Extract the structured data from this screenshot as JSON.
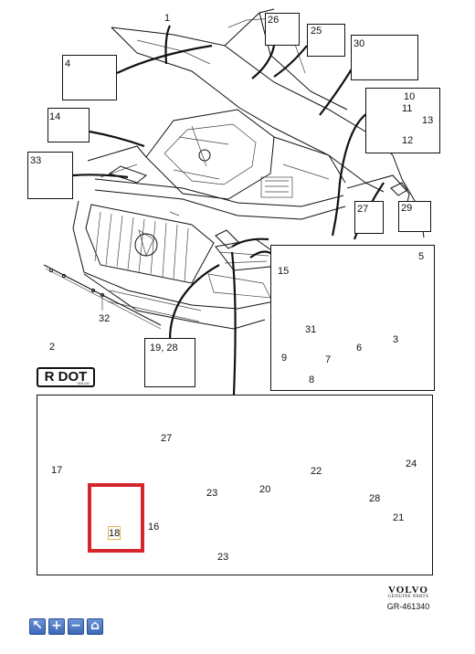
{
  "diagram": {
    "callouts": {
      "c1": "1",
      "c2": "2",
      "c3": "3",
      "c4": "4",
      "c5": "5",
      "c6": "6",
      "c7": "7",
      "c8": "8",
      "c9": "9",
      "c10": "10",
      "c11": "11",
      "c12": "12",
      "c13": "13",
      "c14": "14",
      "c15": "15",
      "c16": "16",
      "c17": "17",
      "c18": "18",
      "c19_28": "19, 28",
      "c20": "20",
      "c21": "21",
      "c22": "22",
      "c23a": "23",
      "c23b": "23",
      "c24": "24",
      "c25": "25",
      "c26": "26",
      "c27a": "27",
      "c27b": "27",
      "c28": "28",
      "c29": "29",
      "c30": "30",
      "c31": "31",
      "c32": "32",
      "c33": "33"
    },
    "label_plate": {
      "main": "R DOT",
      "small": "VOLVO"
    },
    "brand": {
      "name": "VOLVO",
      "subtitle": "GENUINE PARTS"
    },
    "reference": "GR-461340",
    "highlight_color": "#d7262b"
  },
  "toolbar": {
    "buttons": [
      {
        "icon": "cursor-icon",
        "glyph": "↖"
      },
      {
        "icon": "zoom-in-icon",
        "glyph": "+"
      },
      {
        "icon": "zoom-out-icon",
        "glyph": "−"
      },
      {
        "icon": "home-icon",
        "glyph": "⌂"
      }
    ]
  }
}
